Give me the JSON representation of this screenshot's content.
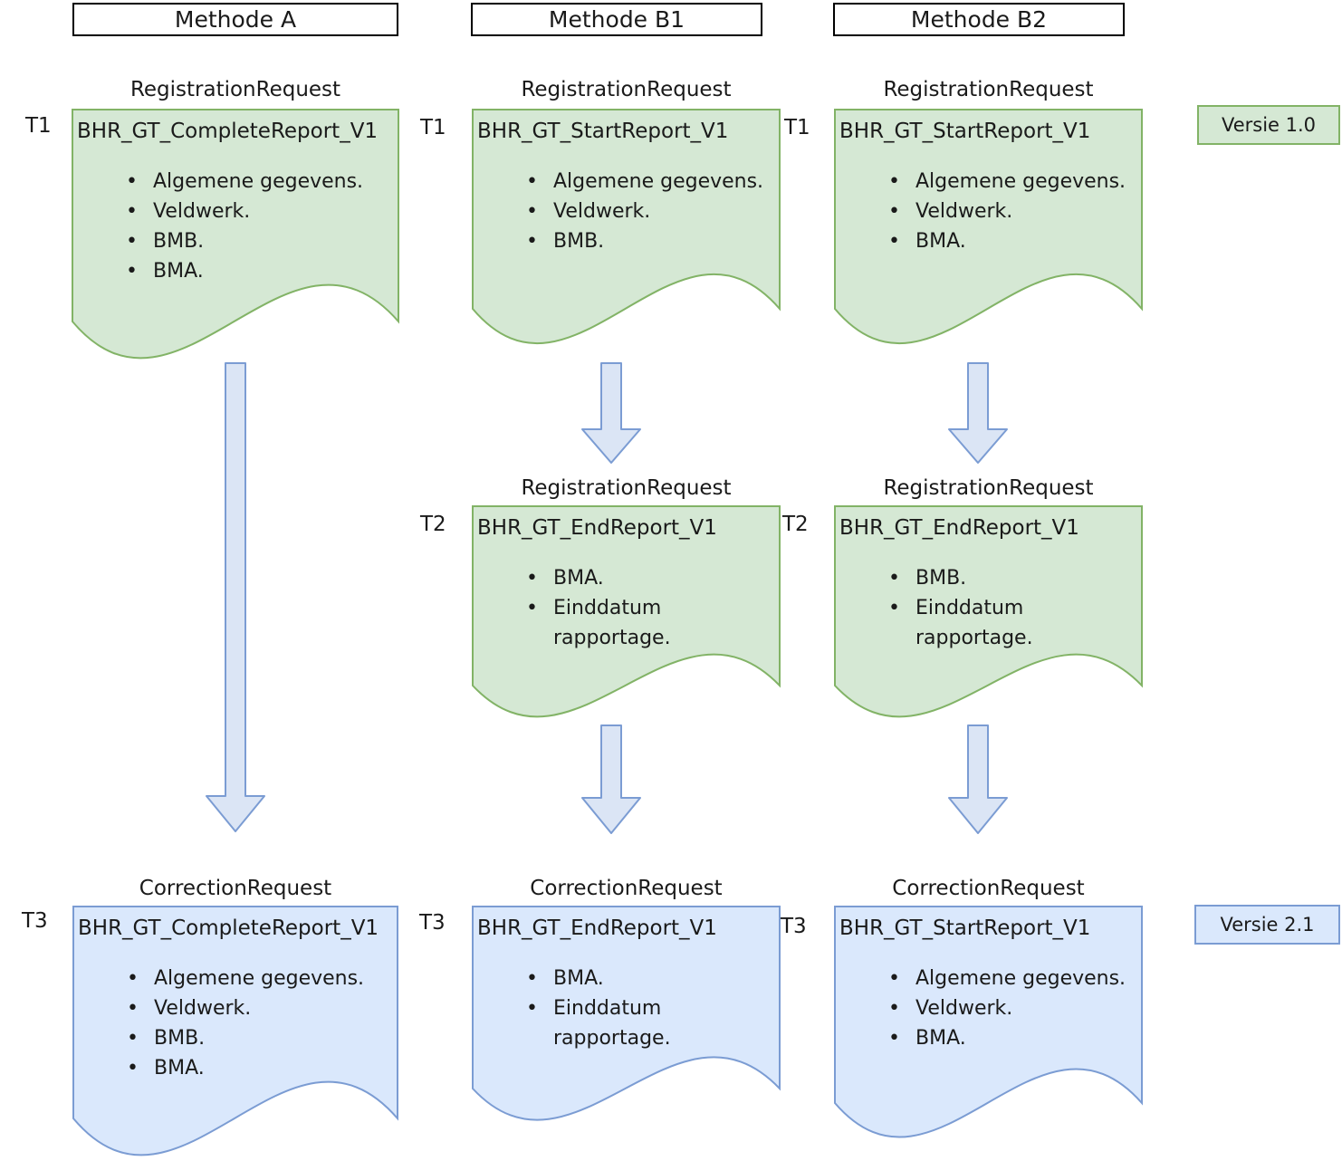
{
  "method_headers": [
    {
      "label": "Methode A"
    },
    {
      "label": "Methode B1"
    },
    {
      "label": "Methode B2"
    }
  ],
  "version_badges": [
    {
      "label": "Versie 1.0",
      "theme": "green"
    },
    {
      "label": "Versie 2.1",
      "theme": "blue"
    }
  ],
  "documents": [
    {
      "time_label": "T1",
      "request_type": "RegistrationRequest",
      "title": "BHR_GT_CompleteReport_V1",
      "bullets": [
        "Algemene gegevens.",
        "Veldwerk.",
        "BMB.",
        "BMA."
      ],
      "theme": "green",
      "column": "Methode A"
    },
    {
      "time_label": "T1",
      "request_type": "RegistrationRequest",
      "title": "BHR_GT_StartReport_V1",
      "bullets": [
        "Algemene gegevens.",
        "Veldwerk.",
        "BMB."
      ],
      "theme": "green",
      "column": "Methode B1"
    },
    {
      "time_label": "T1",
      "request_type": "RegistrationRequest",
      "title": "BHR_GT_StartReport_V1",
      "bullets": [
        "Algemene gegevens.",
        "Veldwerk.",
        "BMA."
      ],
      "theme": "green",
      "column": "Methode B2"
    },
    {
      "time_label": "T2",
      "request_type": "RegistrationRequest",
      "title": "BHR_GT_EndReport_V1",
      "bullets": [
        "BMA.",
        "Einddatum rapportage."
      ],
      "theme": "green",
      "column": "Methode B1"
    },
    {
      "time_label": "T2",
      "request_type": "RegistrationRequest",
      "title": "BHR_GT_EndReport_V1",
      "bullets": [
        "BMB.",
        "Einddatum rapportage."
      ],
      "theme": "green",
      "column": "Methode B2"
    },
    {
      "time_label": "T3",
      "request_type": "CorrectionRequest",
      "title": "BHR_GT_CompleteReport_V1",
      "bullets": [
        "Algemene gegevens.",
        "Veldwerk.",
        "BMB.",
        "BMA."
      ],
      "theme": "blue",
      "column": "Methode A"
    },
    {
      "time_label": "T3",
      "request_type": "CorrectionRequest",
      "title": "BHR_GT_EndReport_V1",
      "bullets": [
        "BMA.",
        "Einddatum rapportage."
      ],
      "theme": "blue",
      "column": "Methode B1"
    },
    {
      "time_label": "T3",
      "request_type": "CorrectionRequest",
      "title": "BHR_GT_StartReport_V1",
      "bullets": [
        "Algemene gegevens.",
        "Veldwerk.",
        "BMA."
      ],
      "theme": "blue",
      "column": "Methode B2"
    }
  ],
  "colors": {
    "green_fill": "#d5e8d4",
    "green_stroke": "#82b366",
    "blue_fill": "#dae8fc",
    "blue_stroke": "#7b9cd3",
    "arrow_fill": "#dbe5f5",
    "arrow_stroke": "#7b9cd3",
    "header_border": "#000000"
  }
}
